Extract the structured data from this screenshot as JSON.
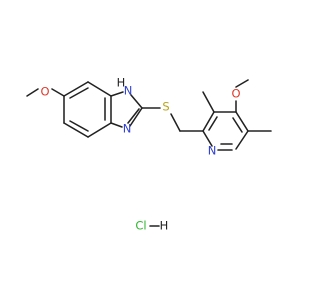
{
  "molecule": {
    "labels": {
      "methoxy_oxygen_left": "O",
      "imidazole_nh_h": "H",
      "imidazole_nh_n": "N",
      "imidazole_n": "N",
      "sulfur": "S",
      "pyridine_n": "N",
      "methoxy_oxygen_right": "O",
      "salt_cl": "Cl",
      "salt_h": "H"
    },
    "colors": {
      "carbon": "#222222",
      "oxygen": "#e0392b",
      "nitrogen": "#2f3fd0",
      "sulfur": "#b8a31a",
      "chlorine": "#2fb52f"
    }
  }
}
